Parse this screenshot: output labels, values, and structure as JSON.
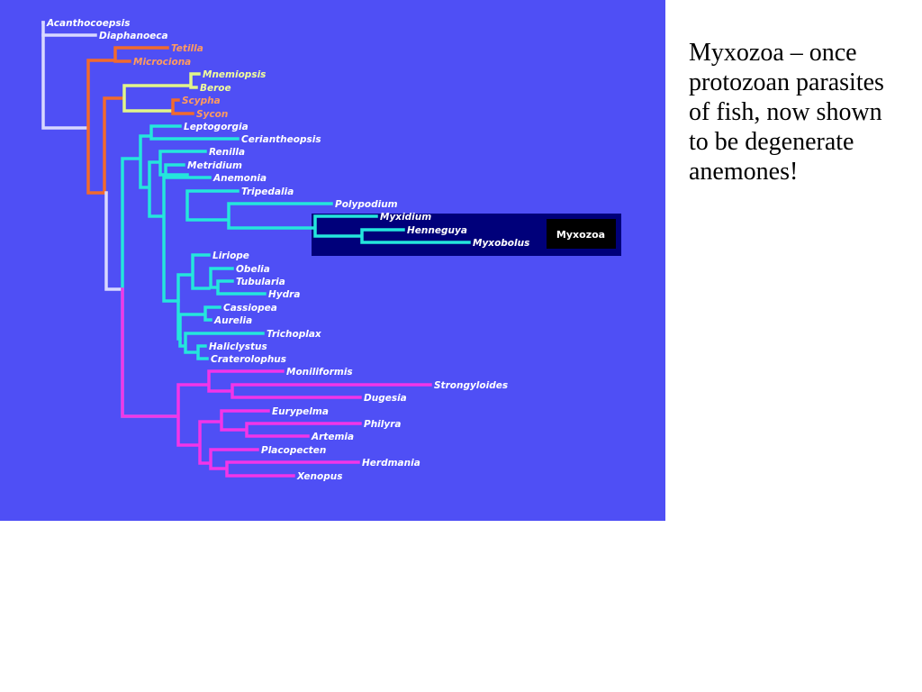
{
  "caption": {
    "lines": [
      "Myxozoa – once",
      "protozoan parasites",
      "of fish, now shown",
      "to be degenerate",
      "anemones!"
    ]
  },
  "highlight_label": "Myxozoa",
  "colors": {
    "background": "#4f4ff5",
    "choanoflagellates": "#d8d8ff",
    "sponges": "#f26a2c",
    "ctenophores": "#e2f58a",
    "cnidarians": "#24e6dc",
    "bilaterians": "#f235e8",
    "taxa_text": "#ffffff",
    "highlight_box": "#00007a",
    "label_box": "#000000"
  },
  "taxa": [
    {
      "name": "Acanthocoepsis",
      "group": "choanoflagellates"
    },
    {
      "name": "Diaphanoeca",
      "group": "choanoflagellates"
    },
    {
      "name": "Tetilla",
      "group": "sponges"
    },
    {
      "name": "Microciona",
      "group": "sponges"
    },
    {
      "name": "Mnemiopsis",
      "group": "ctenophores"
    },
    {
      "name": "Beroe",
      "group": "ctenophores"
    },
    {
      "name": "Scypha",
      "group": "sponges"
    },
    {
      "name": "Sycon",
      "group": "sponges"
    },
    {
      "name": "Leptogorgia",
      "group": "cnidarians"
    },
    {
      "name": "Ceriantheopsis",
      "group": "cnidarians"
    },
    {
      "name": "Renilla",
      "group": "cnidarians"
    },
    {
      "name": "Metridium",
      "group": "cnidarians"
    },
    {
      "name": "Anemonia",
      "group": "cnidarians"
    },
    {
      "name": "Tripedalia",
      "group": "cnidarians"
    },
    {
      "name": "Polypodium",
      "group": "cnidarians"
    },
    {
      "name": "Myxidium",
      "group": "cnidarians"
    },
    {
      "name": "Henneguya",
      "group": "cnidarians"
    },
    {
      "name": "Myxobolus",
      "group": "cnidarians"
    },
    {
      "name": "Liriope",
      "group": "cnidarians"
    },
    {
      "name": "Obelia",
      "group": "cnidarians"
    },
    {
      "name": "Tubularia",
      "group": "cnidarians"
    },
    {
      "name": "Hydra",
      "group": "cnidarians"
    },
    {
      "name": "Cassiopea",
      "group": "cnidarians"
    },
    {
      "name": "Aurelia",
      "group": "cnidarians"
    },
    {
      "name": "Trichoplax",
      "group": "cnidarians"
    },
    {
      "name": "Haliclystus",
      "group": "cnidarians"
    },
    {
      "name": "Craterolophus",
      "group": "cnidarians"
    },
    {
      "name": "Moniliformis",
      "group": "bilaterians"
    },
    {
      "name": "Strongyloides",
      "group": "bilaterians"
    },
    {
      "name": "Dugesia",
      "group": "bilaterians"
    },
    {
      "name": "Eurypelma",
      "group": "bilaterians"
    },
    {
      "name": "Philyra",
      "group": "bilaterians"
    },
    {
      "name": "Artemia",
      "group": "bilaterians"
    },
    {
      "name": "Placopecten",
      "group": "bilaterians"
    },
    {
      "name": "Herdmania",
      "group": "bilaterians"
    },
    {
      "name": "Xenopus",
      "group": "bilaterians"
    }
  ]
}
